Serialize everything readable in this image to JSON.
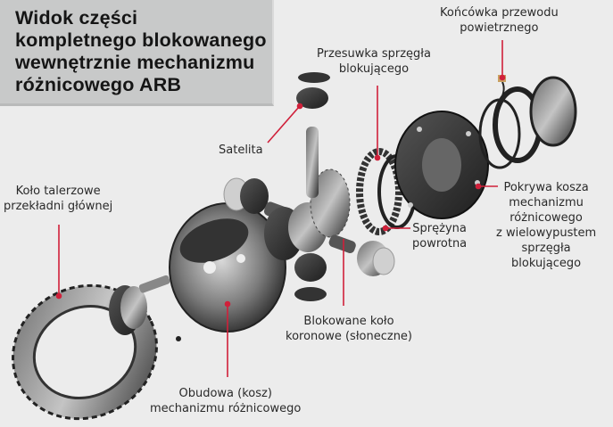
{
  "title": {
    "lines": [
      "Widok części",
      "kompletnego blokowanego",
      "wewnętrznie mechanizmu",
      "różnicowego ARB"
    ]
  },
  "labels": {
    "air_line_fitting": [
      "Końcówka przewodu",
      "powietrznego"
    ],
    "clutch_slider": [
      "Przesuwka sprzęgła",
      "blokującego"
    ],
    "pinion_gear": [
      "Satelita"
    ],
    "ring_gear": [
      "Koło talerzowe",
      "przekładni głównej"
    ],
    "cover": [
      "Pokrywa kosza",
      "mechanizmu",
      "różnicowego",
      "z wielowypustem",
      "sprzęgła",
      "blokującego"
    ],
    "return_spring": [
      "Sprężyna",
      "powrotna"
    ],
    "side_gear": [
      "Blokowane koło",
      "koronowe (słoneczne)"
    ],
    "housing": [
      "Obudowa (kosz)",
      "mechanizmu różnicowego"
    ]
  },
  "colors": {
    "background": "#ececec",
    "title_box": "#c8c9c9",
    "leader_line": "#d0203a",
    "metal_dark": "#3a3a3a",
    "metal_light": "#9a9a9a"
  }
}
